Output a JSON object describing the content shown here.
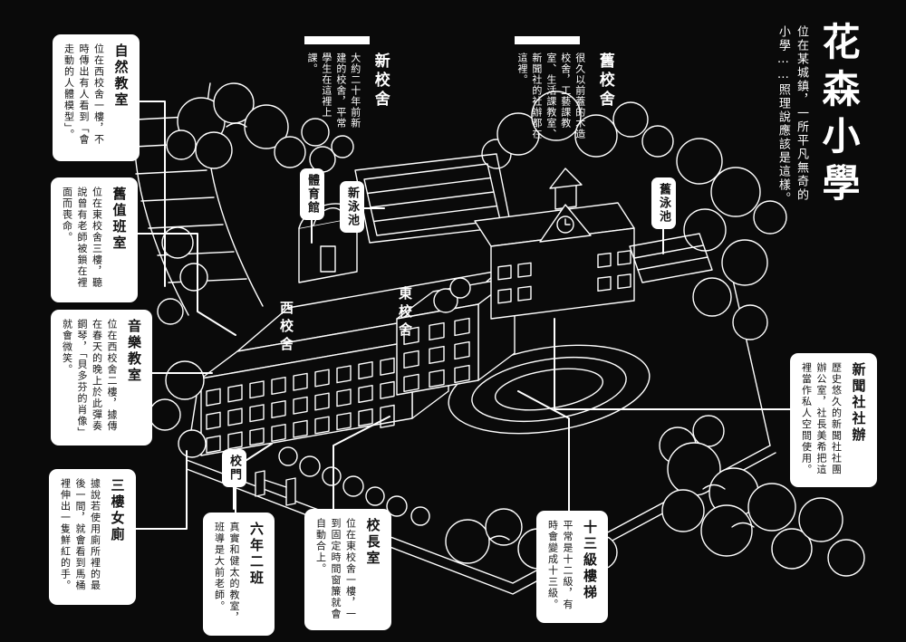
{
  "page": {
    "title": "花森小學",
    "subtitle": "位在某城鎮，一所平凡無奇的小學……照理說應該是這樣。"
  },
  "legends": {
    "new_building": {
      "title": "新校舍",
      "desc": "大約二十年前新建的校舍，平常學生在這裡上課。"
    },
    "old_building": {
      "title": "舊校舍",
      "desc": "很久以前蓋的木造校舍，工藝課教室、生活課教室、新聞社的社辦都在這裡。"
    }
  },
  "callouts": {
    "nature_classroom": {
      "title": "自然教室",
      "desc": "位在西校舍一樓，不時傳出有人看到「會走動的人體模型」。"
    },
    "old_duty_room": {
      "title": "舊值班室",
      "desc": "位在東校舍三樓，聽說曾有老師被鎖在裡面而喪命。"
    },
    "music_classroom": {
      "title": "音樂教室",
      "desc": "位在西校舍二樓，據傳在春天的晚上於此彈奏鋼琴，「貝多芬的肖像」就會微笑。"
    },
    "third_floor_toilet": {
      "title": "三樓女廁",
      "desc": "據說若使用廁所裡的最後一間，就會看到馬桶裡伸出一隻鮮紅的手。"
    },
    "newspaper_club": {
      "title": "新聞社社辦",
      "desc": "歷史悠久的新聞社社團辦公室，社長美希把這裡當作私人空間使用。"
    },
    "thirteen_steps": {
      "title": "十三級樓梯",
      "desc": "平常是十二級，有時會變成十三級。"
    },
    "principal_office": {
      "title": "校長室",
      "desc": "位在東校舍一樓，一到固定時間窗簾就會自動合上。"
    },
    "class_6_2": {
      "title": "六年二班",
      "desc": "真實和健太的教室，班導是大前老師。"
    }
  },
  "map_labels": {
    "gym": "體育館",
    "new_pool": "新泳池",
    "old_pool": "舊泳池",
    "west_building": "西校舍",
    "east_building": "東校舍",
    "gate": "校門"
  },
  "colors": {
    "background": "#0a0a0a",
    "ink": "#ffffff",
    "panel_bg": "#ffffff",
    "panel_text": "#141414"
  }
}
